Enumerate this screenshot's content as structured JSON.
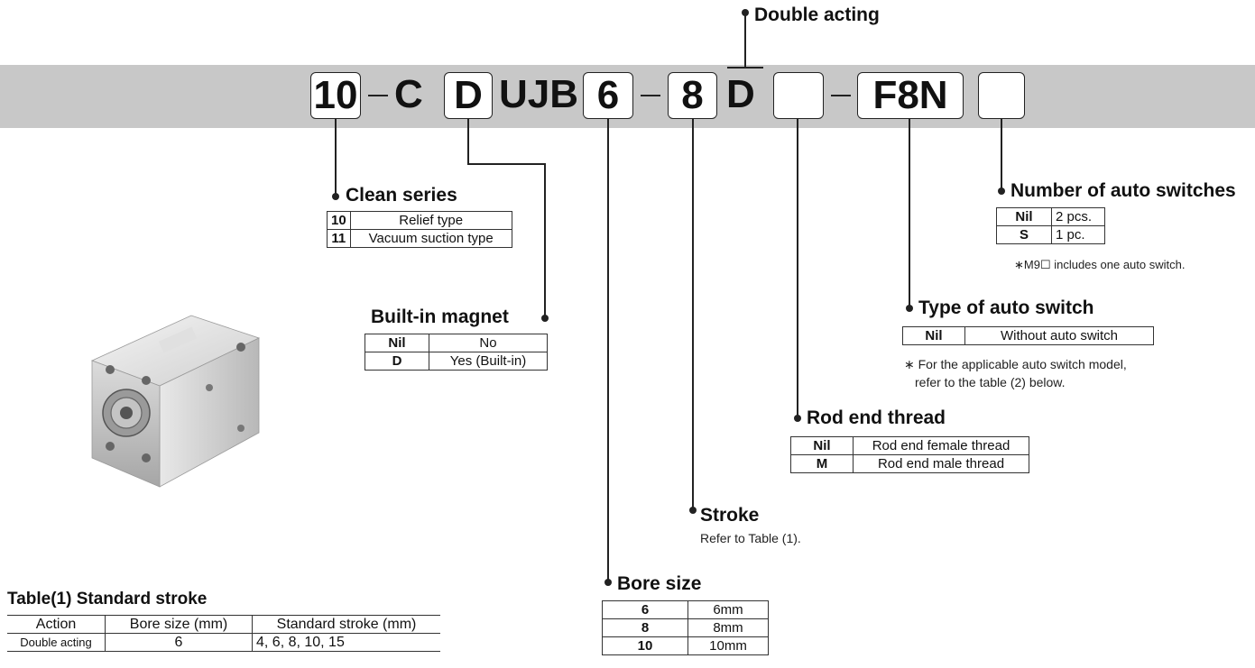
{
  "code": {
    "prefix": "10",
    "sep1": "—",
    "c_letter": "C",
    "magnet": "D",
    "series": "UJB",
    "bore": "6",
    "sep2": "—",
    "stroke": "8",
    "action": "D",
    "rod_end": "",
    "sep3": "—",
    "switch_type": "F8N",
    "switch_count": ""
  },
  "double_acting": {
    "heading": "Double acting"
  },
  "clean_series": {
    "heading": "Clean series",
    "rows": [
      {
        "key": "10",
        "value": "Relief type"
      },
      {
        "key": "11",
        "value": "Vacuum suction type"
      }
    ]
  },
  "built_in_magnet": {
    "heading": "Built-in magnet",
    "rows": [
      {
        "key": "Nil",
        "value": "No"
      },
      {
        "key": "D",
        "value": "Yes (Built-in)"
      }
    ]
  },
  "number_of_switches": {
    "heading": "Number of auto switches",
    "rows": [
      {
        "key": "Nil",
        "value": "2 pcs."
      },
      {
        "key": "S",
        "value": "1 pc."
      }
    ],
    "note": "∗M9☐ includes one auto switch."
  },
  "type_of_switch": {
    "heading": "Type of auto switch",
    "rows": [
      {
        "key": "Nil",
        "value": "Without auto switch"
      }
    ],
    "note_line1": "∗ For the applicable auto switch model,",
    "note_line2": "refer to the table (2) below."
  },
  "rod_end_thread": {
    "heading": "Rod end thread",
    "rows": [
      {
        "key": "Nil",
        "value": "Rod end female thread"
      },
      {
        "key": "M",
        "value": "Rod end male thread"
      }
    ]
  },
  "stroke": {
    "heading": "Stroke",
    "note": "Refer to Table (1)."
  },
  "bore_size": {
    "heading": "Bore size",
    "rows": [
      {
        "key": "6",
        "value": "6mm"
      },
      {
        "key": "8",
        "value": "8mm"
      },
      {
        "key": "10",
        "value": "10mm"
      }
    ]
  },
  "standard_stroke_table": {
    "heading": "Table(1) Standard stroke",
    "columns": [
      "Action",
      "Bore size (mm)",
      "Standard stroke (mm)"
    ],
    "rows": [
      {
        "action": "Double acting",
        "bore": "6",
        "strokes": "4, 6, 8, 10, 15"
      }
    ]
  },
  "colors": {
    "band": "#c8c8c8",
    "line": "#222222"
  }
}
